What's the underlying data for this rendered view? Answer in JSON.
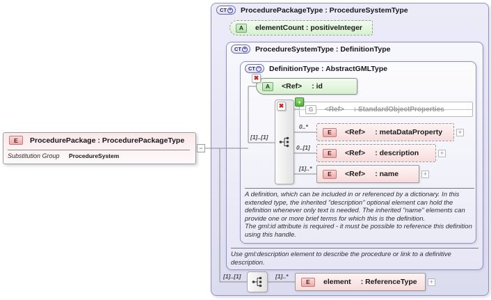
{
  "root_element": {
    "badge": "E",
    "title": "ProcedurePackage : ProcedurePackageType",
    "substitution_group_label": "Substitution Group",
    "substitution_group_value": "ProcedureSystem",
    "collapse_glyph": "−"
  },
  "package_type": {
    "badge": "CT",
    "badge_modifier": "+",
    "title": "ProcedurePackageType : ProcedureSystemType",
    "element_count_attribute": {
      "badge": "A",
      "label": "elementCount : positiveInteger"
    },
    "system_type": {
      "badge": "CT",
      "badge_modifier": "+",
      "title": "ProcedureSystemType : DefinitionType",
      "definition_type": {
        "badge": "CT",
        "badge_modifier": "−",
        "title": "DefinitionType : AbstractGMLType",
        "id_attribute": {
          "badge": "A",
          "ref": "<Ref>",
          "name": ": id",
          "required_marker": "✖"
        },
        "sequence_cardinality": "[1]..[1]",
        "children": [
          {
            "badge": "G",
            "ref": "<Ref>",
            "name": ": StandardObjectProperties",
            "cardinality": "",
            "inherited_marker": "+",
            "expander": "+"
          },
          {
            "badge": "E",
            "ref": "<Ref>",
            "name": ": metaDataProperty",
            "cardinality": "0..*",
            "expander": "+"
          },
          {
            "badge": "E",
            "ref": "<Ref>",
            "name": ": description",
            "cardinality": "0..[1]",
            "expander": "+"
          },
          {
            "badge": "E",
            "ref": "<Ref>",
            "name": ": name",
            "cardinality": "[1]..*",
            "expander": "+"
          }
        ],
        "required_marker": "✖",
        "annotation": "A definition, which can be included in or referenced by a dictionary. In this extended type, the inherited \"description\" optional element can hold the definition whenever only text is needed. The inherited \"name\" elements can provide one or more brief terms for which this is the definition.\nThe gml:id attribute is required - it must be possible to reference this definition using this handle."
      },
      "annotation": "Use gml:description element to describe the procedure or link to a definitive description."
    },
    "content_sequence": {
      "cardinality": "[1]..[1]",
      "element_cardinality": "[1]..*",
      "element": {
        "badge": "E",
        "label_name": "element",
        "label_type": ": ReferenceType",
        "expander": "+"
      }
    }
  },
  "colors": {
    "container_border": "#9191bf",
    "container_fill": "#e4e4f6",
    "attribute_green": "#bce8b0",
    "element_pink": "#f5bcbc",
    "required_red": "#cf1f1f",
    "inherited_green": "#4eb33c",
    "wire_gray": "#8a8a8a"
  }
}
